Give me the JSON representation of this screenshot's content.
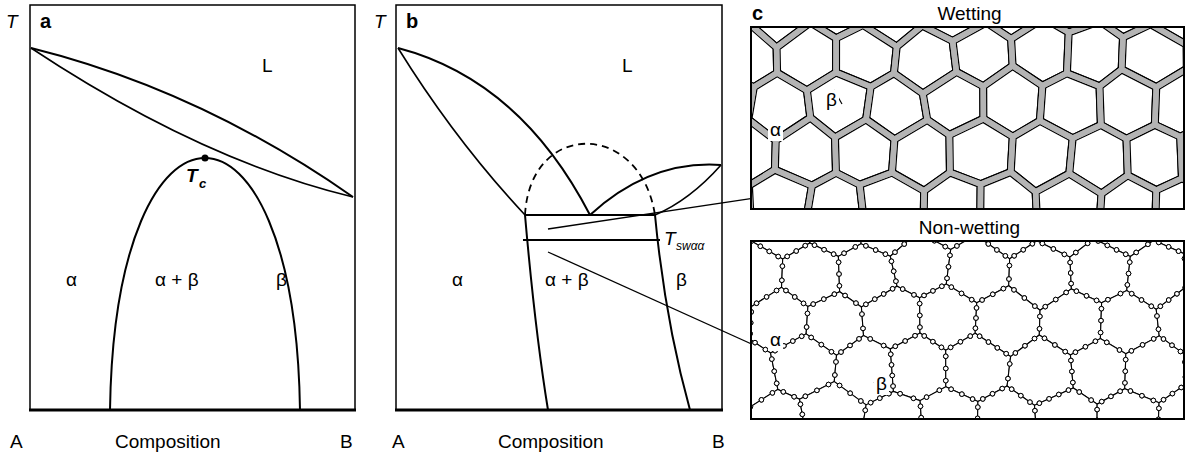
{
  "diagram": {
    "nodes": [
      {
        "text": [
          "Wetting",
          "α",
          "β"
        ]
      },
      {
        "text": [
          "Non-wetting",
          "α",
          "β"
        ]
      }
    ],
    "labels": [
      "T",
      "a",
      "L",
      "T",
      "c",
      "α",
      "α + β",
      "β",
      "A",
      "Composition",
      "B",
      "T",
      "b",
      "L",
      "α",
      "α + β",
      "β",
      "T",
      "swαα",
      "A",
      "Composition",
      "B",
      "c"
    ]
  }
}
